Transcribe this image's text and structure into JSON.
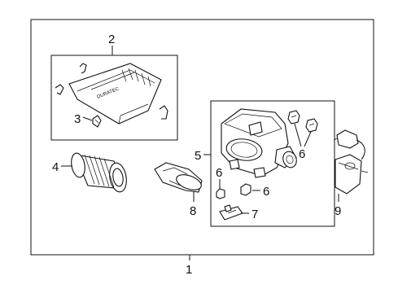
{
  "callouts": {
    "c1": "1",
    "c2": "2",
    "c3": "3",
    "c4": "4",
    "c5": "5",
    "c6a": "6",
    "c6b": "6",
    "c6c": "6",
    "c7": "7",
    "c8": "8",
    "c9": "9"
  },
  "cover_lettering": "DURATEC"
}
